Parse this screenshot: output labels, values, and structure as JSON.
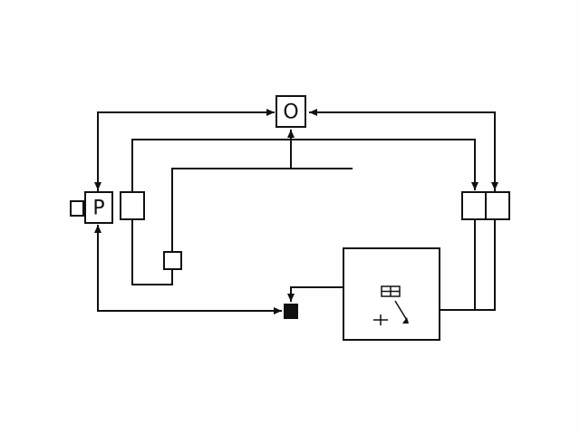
{
  "nodes": {
    "o_box": {
      "label": "O"
    },
    "p_box": {
      "label": "P"
    }
  },
  "colors": {
    "stroke": "#111111",
    "background": "#fefefe",
    "filled_block": "#111111"
  },
  "icons": {
    "arrow": "arrowhead",
    "valve": "valve-icon",
    "gauge": "gauge-icon"
  }
}
